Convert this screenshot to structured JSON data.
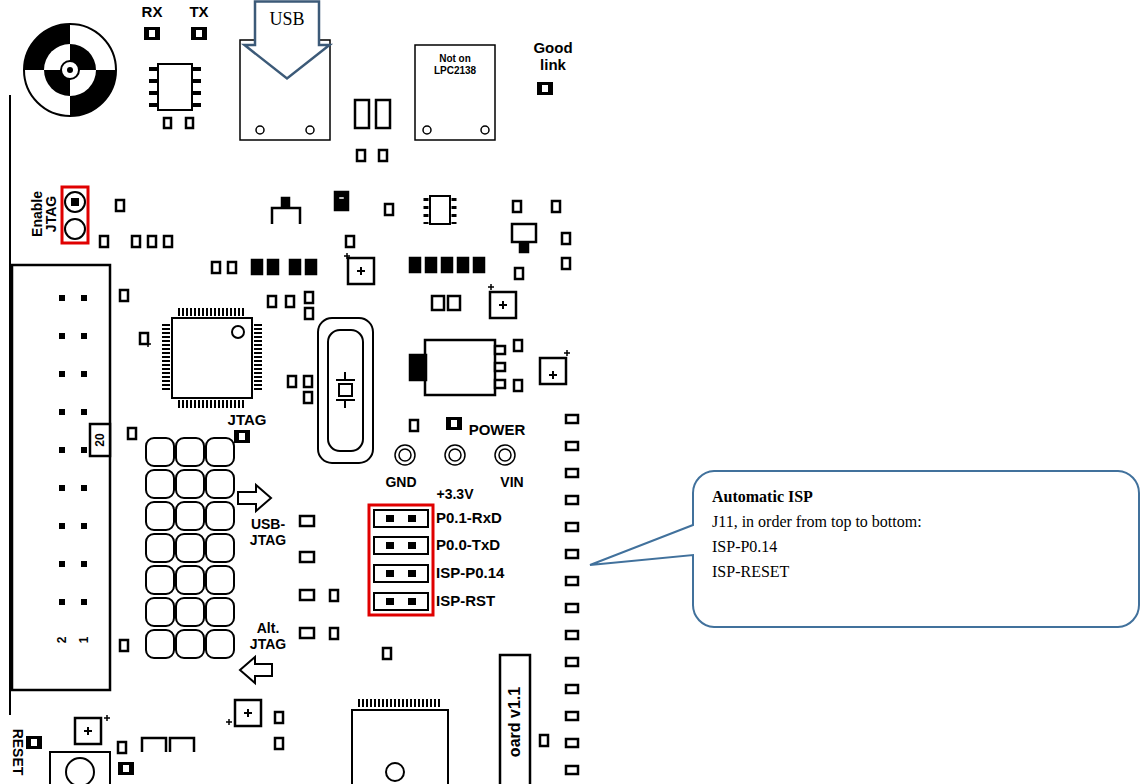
{
  "diagram": {
    "nodes": [
      {
        "text": [
          "USB"
        ]
      },
      {
        "text": [
          "Automatic ISP",
          "J11, in order from top to bottom:",
          "ISP-P0.14",
          "ISP-RESET"
        ]
      }
    ],
    "labels": [
      "RX",
      "TX",
      "Not on LPC2138",
      "Good link",
      "Enable JTAG",
      "20",
      "2",
      "1",
      "JTAG",
      "POWER",
      "GND",
      "+3.3V",
      "VIN",
      "USB-JTAG",
      "P0.1-RxD",
      "P0.0-TxD",
      "ISP-P0.14",
      "ISP-RST",
      "Alt. JTAG",
      "RESET",
      "oard v1.1"
    ]
  }
}
